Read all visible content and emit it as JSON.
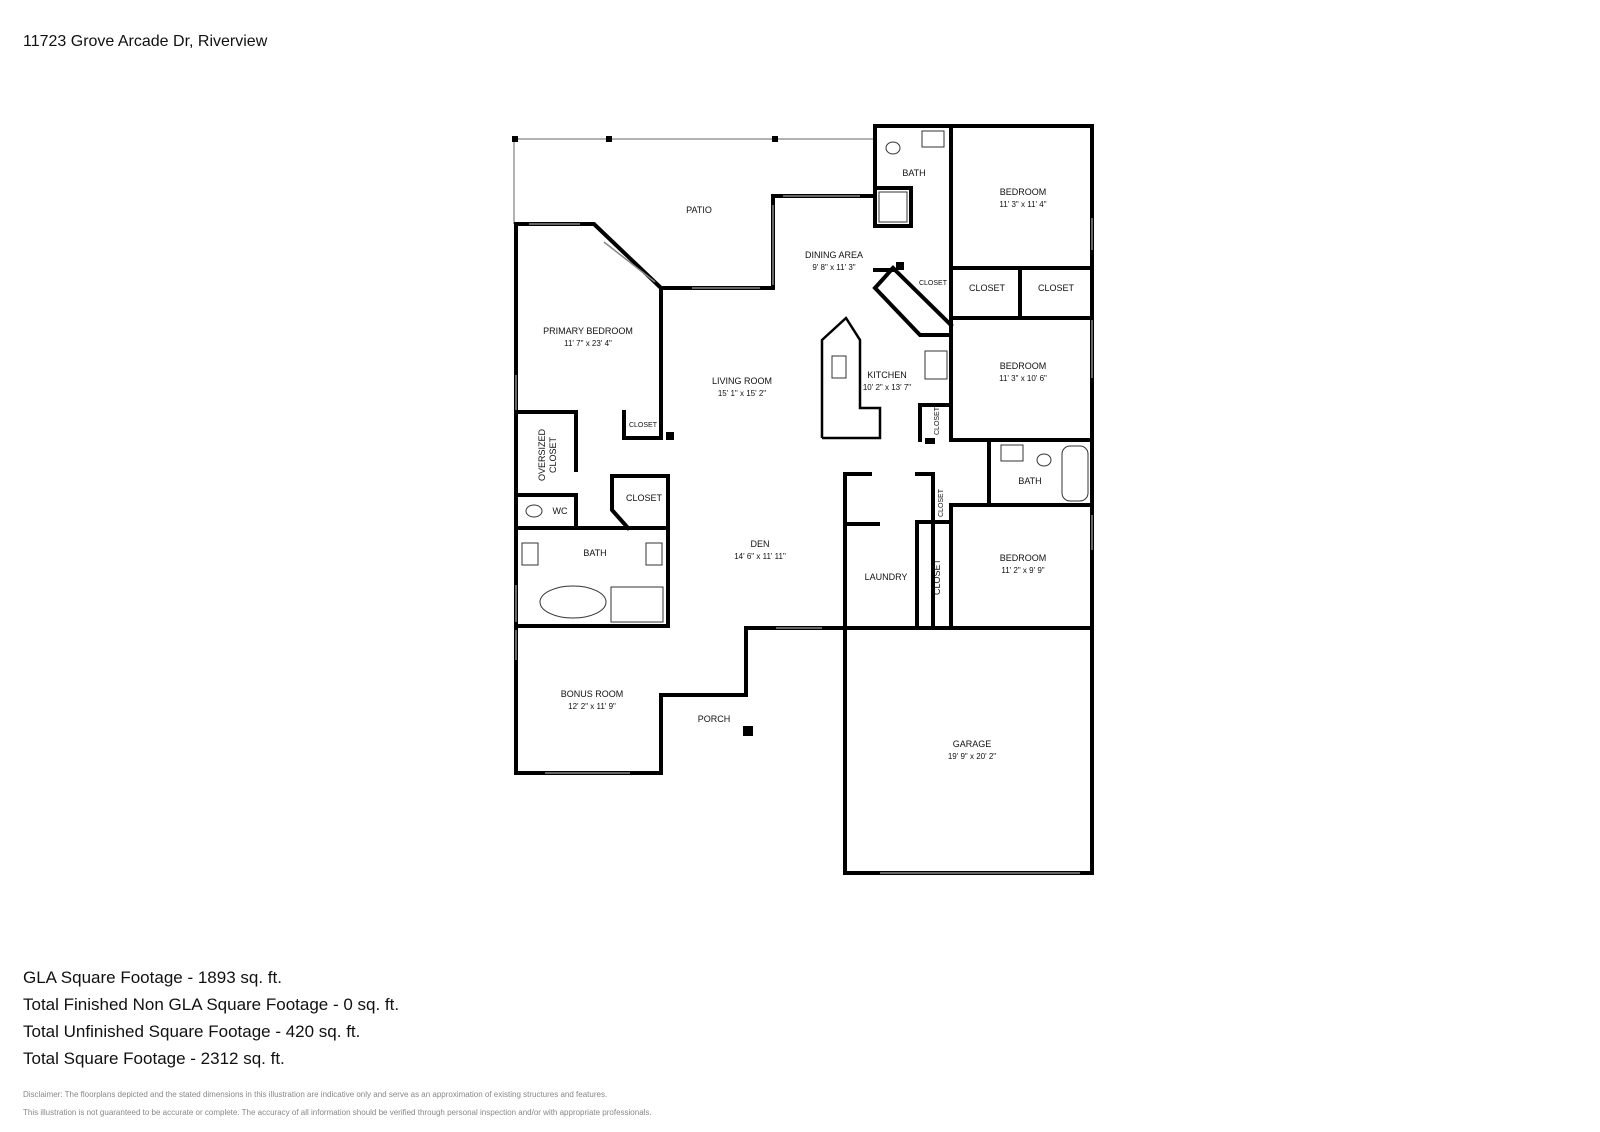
{
  "address": "11723 Grove Arcade Dr, Riverview",
  "rooms": {
    "patio": {
      "name": "PATIO"
    },
    "bath_top": {
      "name": "BATH"
    },
    "bedroom_1": {
      "name": "BEDROOM",
      "dims": "11' 3\" x 11' 4\""
    },
    "dining": {
      "name": "DINING AREA",
      "dims": "9' 8\" x 11' 3\""
    },
    "closet_small_top": {
      "name": "CLOSET"
    },
    "closet_a": {
      "name": "CLOSET"
    },
    "closet_b": {
      "name": "CLOSET"
    },
    "primary_bedroom": {
      "name": "PRIMARY BEDROOM",
      "dims": "11' 7\" x 23' 4\""
    },
    "living_room": {
      "name": "LIVING ROOM",
      "dims": "15' 1\" x 15' 2\""
    },
    "kitchen": {
      "name": "KITCHEN",
      "dims": "10' 2\" x 13' 7\""
    },
    "bedroom_2": {
      "name": "BEDROOM",
      "dims": "11' 3\" x 10' 6\""
    },
    "closet_kitchen": {
      "name": "CLOSET"
    },
    "closet_primary_small": {
      "name": "CLOSET"
    },
    "oversized_closet": {
      "line1": "OVERSIZED",
      "line2": "CLOSET"
    },
    "closet_primary": {
      "name": "CLOSET"
    },
    "wc": {
      "name": "WC"
    },
    "bath_mid": {
      "name": "BATH"
    },
    "closet_hall": {
      "name": "CLOSET"
    },
    "bath_primary": {
      "name": "BATH"
    },
    "den": {
      "name": "DEN",
      "dims": "14' 6\" x 11' 11\""
    },
    "laundry": {
      "name": "LAUNDRY"
    },
    "closet_bed3": {
      "name": "CLOSET"
    },
    "bedroom_3": {
      "name": "BEDROOM",
      "dims": "11' 2\" x 9' 9\""
    },
    "bonus_room": {
      "name": "BONUS ROOM",
      "dims": "12' 2\" x 11' 9\""
    },
    "porch": {
      "name": "PORCH"
    },
    "garage": {
      "name": "GARAGE",
      "dims": "19' 9\" x 20' 2\""
    }
  },
  "stats": {
    "gla": "GLA Square Footage - 1893 sq. ft.",
    "non_gla": "Total Finished Non GLA Square Footage - 0 sq. ft.",
    "unfinished": "Total Unfinished Square Footage - 420 sq. ft.",
    "total": "Total Square Footage - 2312 sq. ft."
  },
  "disclaimer": {
    "line1": "Disclaimer: The floorplans depicted and the stated dimensions in this illustration are indicative only and serve as an approximation of existing structures and features.",
    "line2": "This illustration is not guaranteed to be accurate or complete. The accuracy of all information should be verified through personal inspection and/or with appropriate professionals."
  }
}
